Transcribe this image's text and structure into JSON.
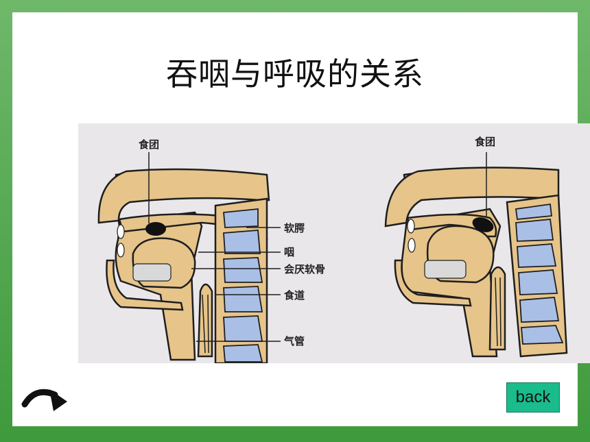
{
  "slide": {
    "title": "吞咽与呼吸的关系",
    "back_label": "back"
  },
  "diagram": {
    "left": {
      "labels": {
        "bolus": "食团",
        "soft_palate": "软腭",
        "pharynx": "咽",
        "epiglottis": "会厌软骨",
        "esophagus": "食道",
        "trachea": "气管"
      }
    },
    "right": {
      "labels": {
        "bolus": "食团"
      }
    }
  },
  "colors": {
    "frame_green": "#4aa346",
    "tissue": "#e6c48a",
    "outline": "#1e1e1e",
    "cavity_blue": "#a9bfe6",
    "button": "#1abc8c"
  },
  "icons": {
    "next": "curved-arrow-icon"
  }
}
